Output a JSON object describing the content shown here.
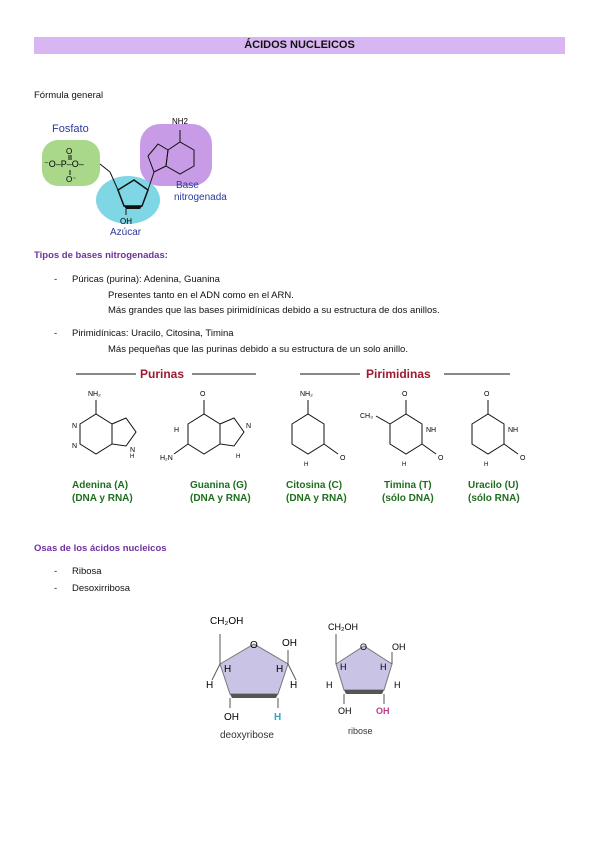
{
  "title": "ÁCIDOS NUCLEICOS",
  "general_formula": {
    "label": "Fórmula general",
    "phosphate_label": "Fosfato",
    "sugar_label": "Azúcar",
    "base_label_1": "Base",
    "base_label_2": "nitrogenada",
    "nh2": "NH2",
    "oh": "OH"
  },
  "bases_section": {
    "heading": "Tipos de bases nitrogenadas:",
    "items": [
      {
        "title": "Púricas (purina): Adenina, Guanina",
        "lines": [
          "Presentes tanto en el ADN como en el ARN.",
          "Más grandes que las bases pirimidínicas debido a su estructura de dos anillos."
        ]
      },
      {
        "title": "Pirimidínicas: Uracilo, Citosina, Timina",
        "lines": [
          "Más pequeñas que las purinas debido a su estructura de un solo anillo."
        ]
      }
    ]
  },
  "bases_figure": {
    "purinas_label": "Purinas",
    "pirimidinas_label": "Pirimidinas",
    "bases": [
      {
        "name": "Adenina  (A)",
        "sub": "(DNA y RNA)"
      },
      {
        "name": "Guanina  (G)",
        "sub": "(DNA y RNA)"
      },
      {
        "name": "Citosina  (C)",
        "sub": "(DNA y RNA)"
      },
      {
        "name": "Timina  (T)",
        "sub": "(sólo DNA)"
      },
      {
        "name": "Uracilo  (U)",
        "sub": "(sólo RNA)"
      }
    ]
  },
  "osas_section": {
    "heading": "Osas de los ácidos nucleicos",
    "items": [
      "Ribosa",
      "Desoxirribosa"
    ]
  },
  "sugars_figure": {
    "deoxyribose_label": "deoxyribose",
    "ribose_label": "ribose"
  },
  "colors": {
    "title_bar": "#d8b5f3",
    "heading": "#7030a0",
    "base_caption": "#1f6e1f",
    "purinas_label": "#9b1b30",
    "sugar_fill": "#c9c4e6"
  }
}
